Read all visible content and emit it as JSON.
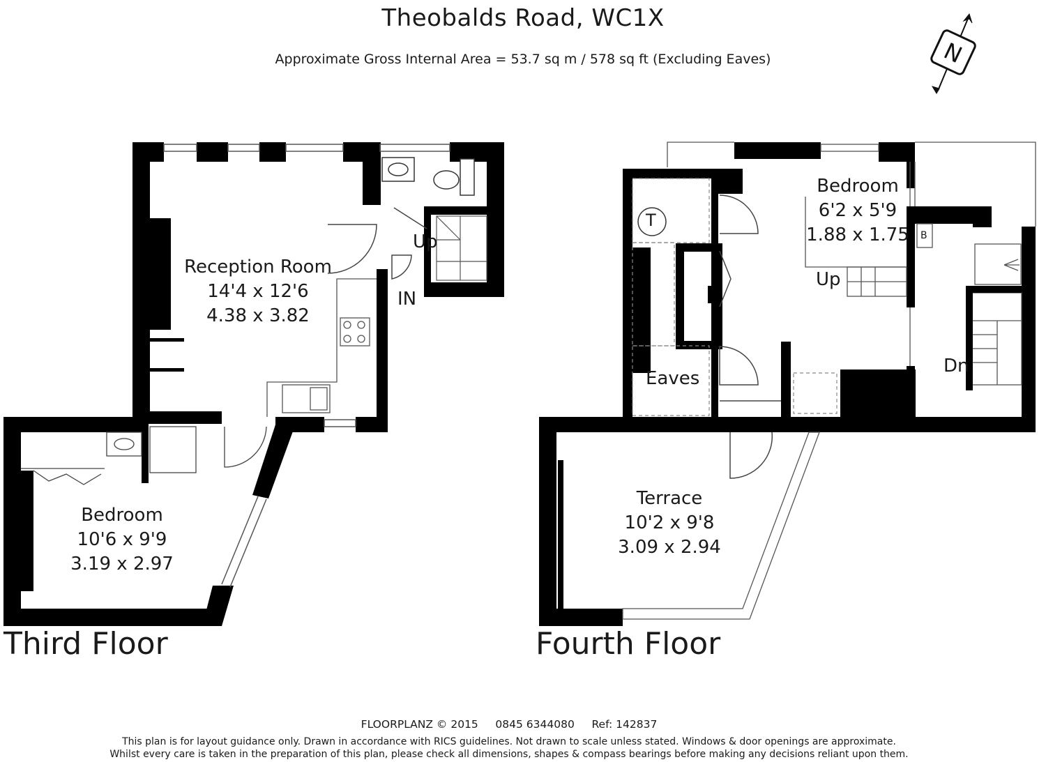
{
  "header": {
    "title": "Theobalds Road, WC1X",
    "area": "Approximate Gross Internal Area = 53.7 sq m / 578 sq ft (Excluding Eaves)"
  },
  "compass": {
    "letter": "N",
    "icon": "north-compass-icon"
  },
  "third_floor": {
    "name": "Third Floor",
    "reception": {
      "name": "Reception Room",
      "imperial": "14'4 x 12'6",
      "metric": "4.38 x 3.82"
    },
    "bedroom": {
      "name": "Bedroom",
      "imperial": "10'6 x 9'9",
      "metric": "3.19 x 2.97"
    },
    "up_label": "Up",
    "entrance_label": "IN"
  },
  "fourth_floor": {
    "name": "Fourth Floor",
    "bedroom": {
      "name": "Bedroom",
      "imperial": "6'2 x 5'9",
      "metric": "1.88 x 1.75"
    },
    "terrace": {
      "name": "Terrace",
      "imperial": "10'2 x 9'8",
      "metric": "3.09 x 2.94"
    },
    "eaves_label": "Eaves",
    "tank_label": "T",
    "boiler_label": "B",
    "up_label": "Up",
    "down_label": "Dn"
  },
  "footer": {
    "company_line": "FLOORPLANZ © 2015     0845 6344080     Ref: 142837",
    "disclaimer_1": "This plan is for layout guidance only. Drawn in accordance with RICS guidelines. Not drawn to scale unless stated. Windows & door openings are approximate.",
    "disclaimer_2": "Whilst every care is taken in the preparation of this plan, please check all dimensions, shapes & compass bearings before making any decisions reliant upon them."
  },
  "colors": {
    "wall": "#000000",
    "line": "#555555",
    "background": "#ffffff"
  }
}
